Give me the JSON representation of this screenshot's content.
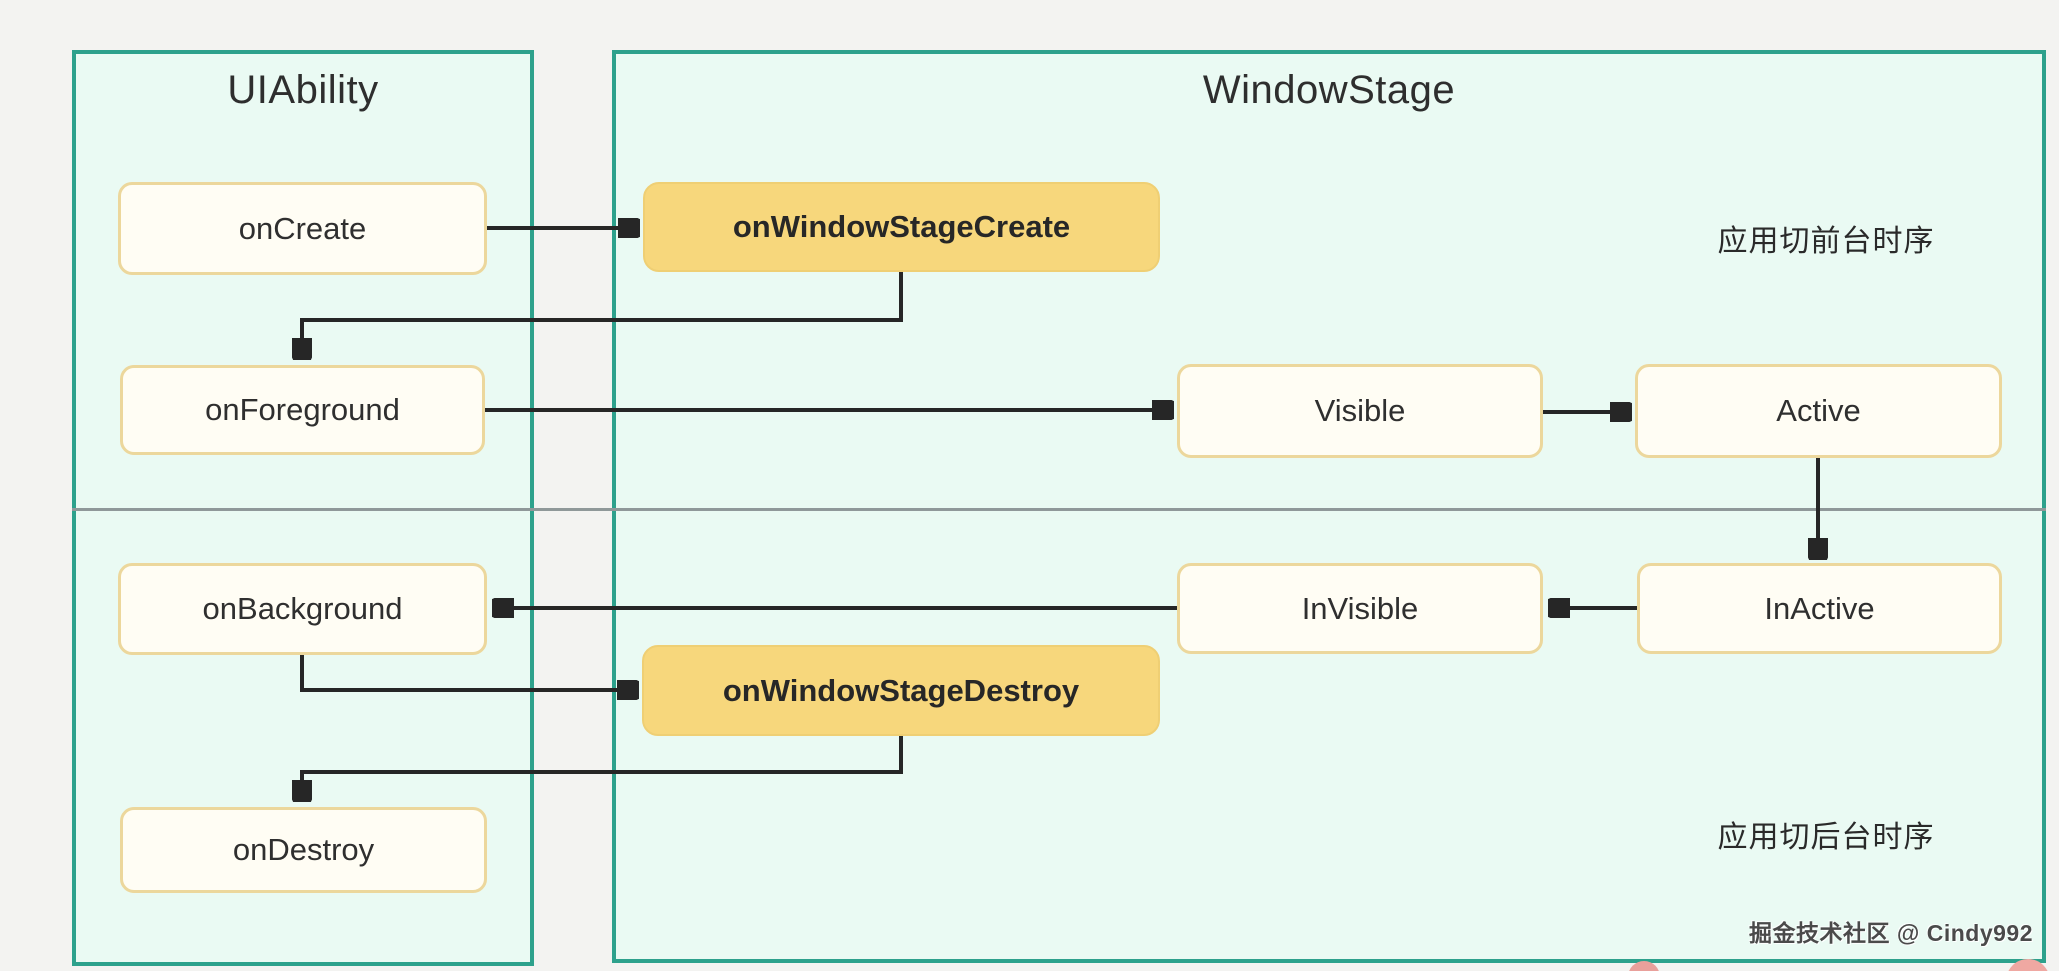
{
  "panels": {
    "uiability": {
      "title": "UIAbility"
    },
    "windowstage": {
      "title": "WindowStage"
    }
  },
  "nodes": {
    "on_create": "onCreate",
    "on_foreground": "onForeground",
    "on_background": "onBackground",
    "on_destroy": "onDestroy",
    "on_window_stage_create": "onWindowStageCreate",
    "on_window_stage_destroy": "onWindowStageDestroy",
    "visible": "Visible",
    "active": "Active",
    "invisible": "InVisible",
    "inactive": "InActive"
  },
  "annotations": {
    "foreground_sequence": "应用切前台时序",
    "background_sequence": "应用切后台时序"
  },
  "watermark": "掘金技术社区 @ Cindy992",
  "colors": {
    "page_background": "#f3f3f1",
    "panel_background": "#eafaf3",
    "panel_border": "#2da18c",
    "node_background": "#fffdf4",
    "node_border": "#ecd79c",
    "highlight_node_background": "#f7d77c",
    "arrow": "#262626",
    "divider": "#8f9899",
    "text": "#2f2f2f",
    "pink_dot": "#efa8a2"
  }
}
